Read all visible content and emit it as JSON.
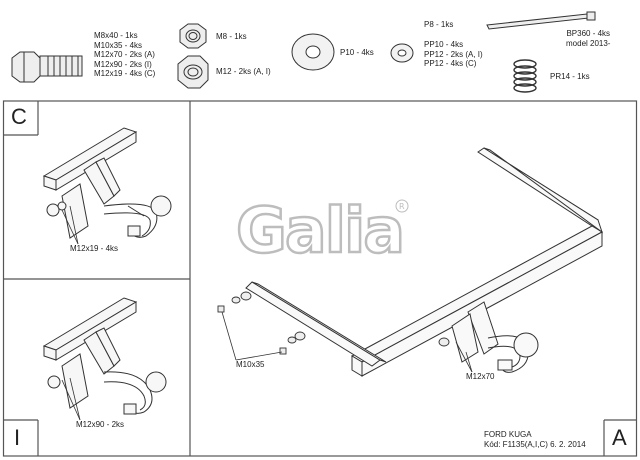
{
  "parts": {
    "bolts": [
      "M8x40 - 1ks",
      "M10x35 - 4ks",
      "M12x70 - 2ks (A)",
      "M12x90 - 2ks (I)",
      "M12x19 - 4ks (C)"
    ],
    "nut_m8": "M8 - 1ks",
    "nut_m12": "M12 - 2ks (A, I)",
    "washer_p10": "P10 - 4ks",
    "washer_p8": "P8 - 1ks",
    "washers_pp": [
      "PP10 - 4ks",
      "PP12 - 2ks (A, I)",
      "PP12 - 4ks (C)"
    ],
    "cable_tie": [
      "BP360 - 4ks",
      "model 2013-"
    ],
    "spring": "PR14 - 1ks"
  },
  "panels": {
    "c": {
      "letter": "C",
      "callout": "M12x19 - 4ks"
    },
    "i": {
      "letter": "I",
      "callout": "M12x90 - 2ks"
    },
    "a": {
      "letter": "A",
      "callouts": [
        "M10x35",
        "M12x70"
      ]
    }
  },
  "brand": {
    "logo_text": "Galia",
    "trademark": "R"
  },
  "footer": {
    "model": "FORD KUGA",
    "code": "Kód: F1135(A,I,C)  6. 2. 2014"
  },
  "colors": {
    "line": "#2a2a2a",
    "frame": "#555555",
    "logo": "#c8c8c8"
  }
}
